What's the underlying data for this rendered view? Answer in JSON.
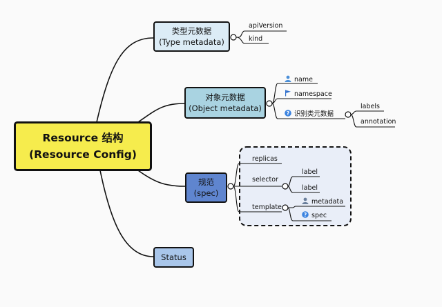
{
  "root": {
    "line1": "Resource 结构",
    "line2": "(Resource Config)"
  },
  "type_metadata": {
    "line1": "类型元数据",
    "line2": "(Type metadata)",
    "children": [
      "apiVersion",
      "kind"
    ]
  },
  "object_metadata": {
    "line1": "对象元数据",
    "line2": "(Object metadata)",
    "children": {
      "name": "name",
      "namespace": "namespace",
      "identifying": "识别类元数据",
      "identifying_children": [
        "labels",
        "annotation"
      ]
    }
  },
  "spec": {
    "line1": "规范",
    "line2": "(spec)",
    "children": {
      "replicas": "replicas",
      "selector": "selector",
      "selector_children": [
        "label",
        "label"
      ],
      "template": "template",
      "template_children": [
        "metadata",
        "spec"
      ]
    }
  },
  "status": {
    "label": "Status"
  },
  "colors": {
    "root": "#f6ec4d",
    "type": "#dcecf6",
    "object": "#a9d3e1",
    "spec": "#5f85cf",
    "status": "#a9c6ea",
    "spec_group": "#e9eef8"
  },
  "icons": {
    "name": "person-icon",
    "namespace": "flag-icon",
    "identifying": "question-icon",
    "metadata": "person-icon",
    "spec": "question-icon"
  }
}
